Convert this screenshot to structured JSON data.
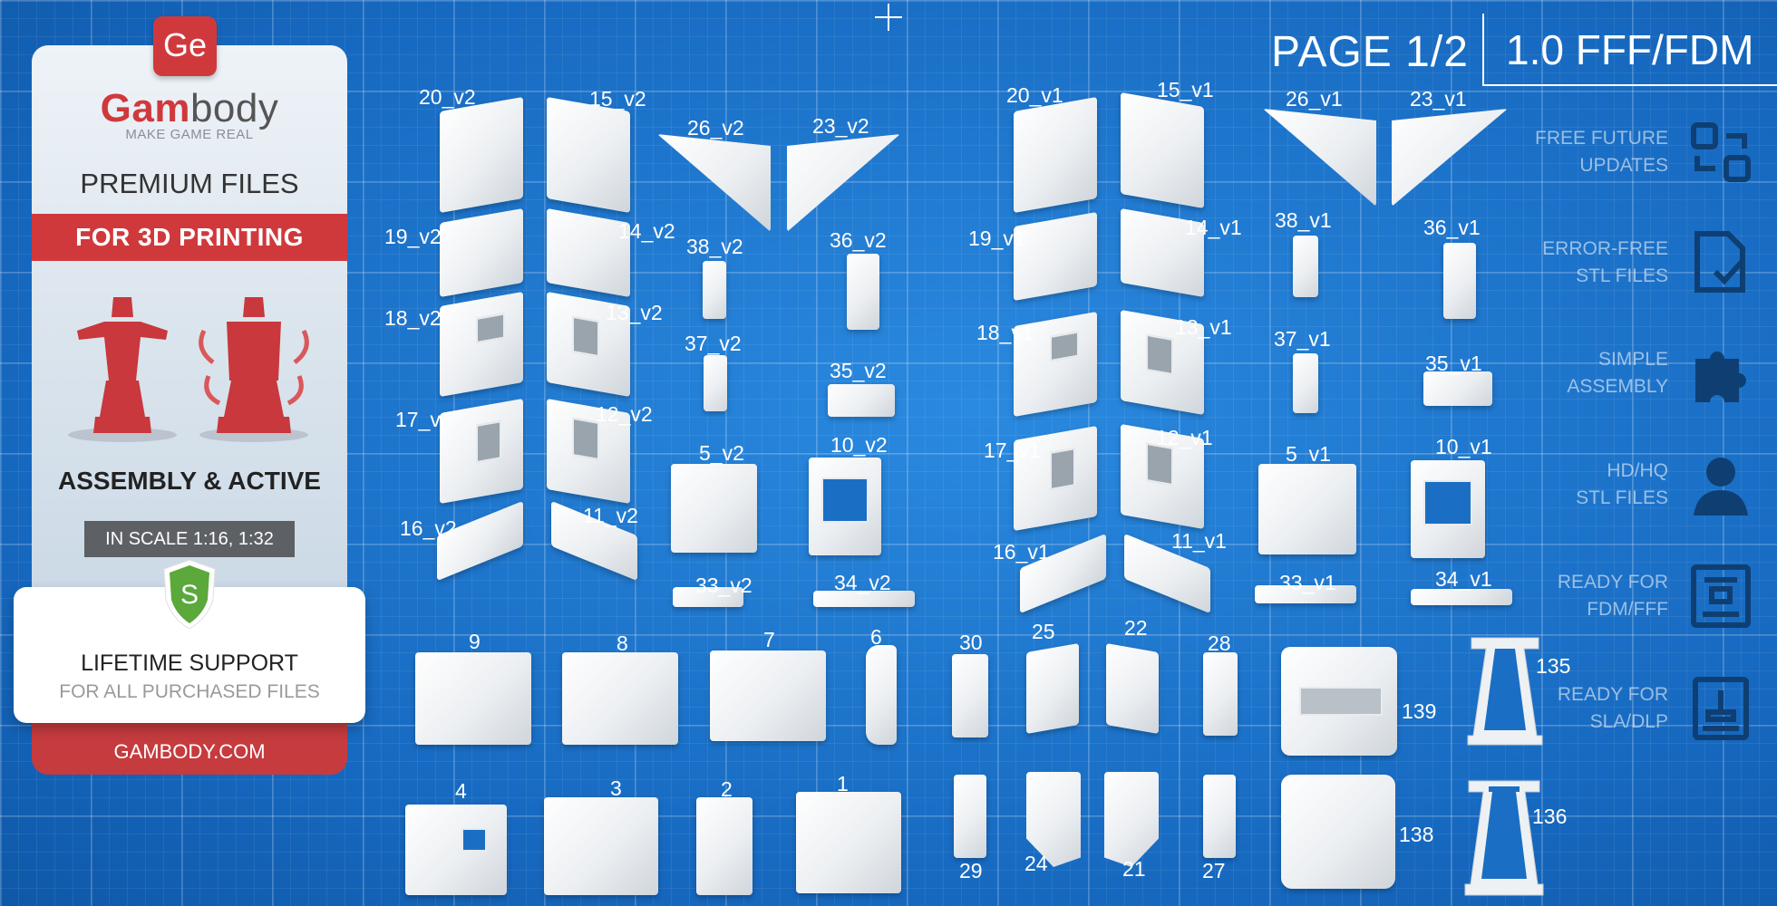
{
  "brand": {
    "logo": "Ge",
    "name_part1": "Gam",
    "name_part2": "body",
    "tagline": "MAKE GAME REAL",
    "premium": "PREMIUM FILES",
    "band": "FOR 3D PRINTING",
    "assembly": "ASSEMBLY & ACTIVE",
    "scale": "IN SCALE 1:16, 1:32",
    "shield_letter": "S",
    "support_title": "LIFETIME SUPPORT",
    "support_sub": "FOR ALL PURCHASED FILES",
    "site": "GAMBODY.COM",
    "colors": {
      "red": "#d0393c",
      "green": "#5aa93a",
      "blue_bg": "#1a6fc4"
    }
  },
  "header": {
    "page": "PAGE 1/2",
    "tech": "1.0 FFF/FDM"
  },
  "features": [
    {
      "line1": "FREE FUTURE",
      "line2": "UPDATES",
      "icon": "updates-icon"
    },
    {
      "line1": "ERROR-FREE",
      "line2": "STL FILES",
      "icon": "file-check-icon"
    },
    {
      "line1": "SIMPLE",
      "line2": "ASSEMBLY",
      "icon": "puzzle-icon"
    },
    {
      "line1": "HD/HQ",
      "line2": "STL FILES",
      "icon": "figure-bust-icon"
    },
    {
      "line1": "READY FOR",
      "line2": "FDM/FFF",
      "icon": "fdm-printer-icon"
    },
    {
      "line1": "READY FOR",
      "line2": "SLA/DLP",
      "icon": "sla-printer-icon"
    }
  ],
  "parts": {
    "v2": [
      "20_v2",
      "15_v2",
      "26_v2",
      "23_v2",
      "19_v2",
      "14_v2",
      "38_v2",
      "36_v2",
      "18_v2",
      "13_v2",
      "37_v2",
      "35_v2",
      "17_v2",
      "12_v2",
      "5_v2",
      "10_v2",
      "16_v2",
      "11_v2",
      "33_v2",
      "34_v2"
    ],
    "v1": [
      "20_v1",
      "15_v1",
      "26_v1",
      "23_v1",
      "19_v1",
      "14_v1",
      "38_v1",
      "36_v1",
      "18_v1",
      "13_v1",
      "37_v1",
      "35_v1",
      "17_v1",
      "12_v1",
      "5_v1",
      "10_v1",
      "16_v1",
      "11_v1",
      "33_v1",
      "34_v1"
    ],
    "bottom": [
      "9",
      "8",
      "7",
      "6",
      "30",
      "25",
      "22",
      "28",
      "139",
      "135",
      "4",
      "3",
      "2",
      "1",
      "29",
      "24",
      "21",
      "27",
      "138",
      "136"
    ]
  }
}
